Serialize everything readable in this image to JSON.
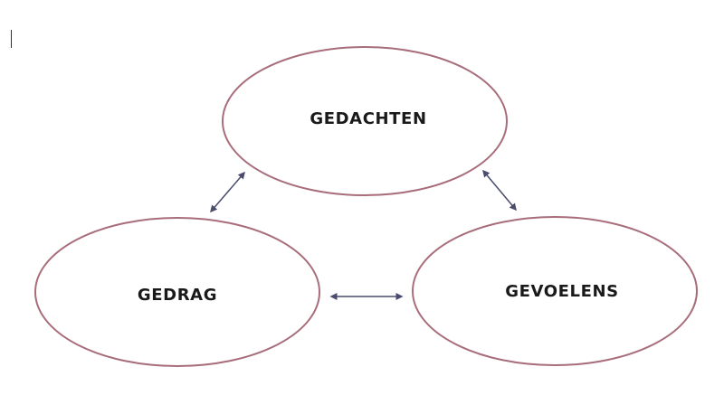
{
  "diagram": {
    "nodes": [
      {
        "id": "gedachten",
        "label": "GEDACHTEN"
      },
      {
        "id": "gedrag",
        "label": "GEDRAG"
      },
      {
        "id": "gevoelens",
        "label": "GEVOELENS"
      }
    ],
    "edges": [
      {
        "from": "gedachten",
        "to": "gedrag",
        "direction": "both"
      },
      {
        "from": "gedachten",
        "to": "gevoelens",
        "direction": "both"
      },
      {
        "from": "gedrag",
        "to": "gevoelens",
        "direction": "both"
      }
    ],
    "colors": {
      "node_stroke": "#a86d7a",
      "arrow": "#4a4c6e",
      "text": "#1a1a1a"
    }
  }
}
